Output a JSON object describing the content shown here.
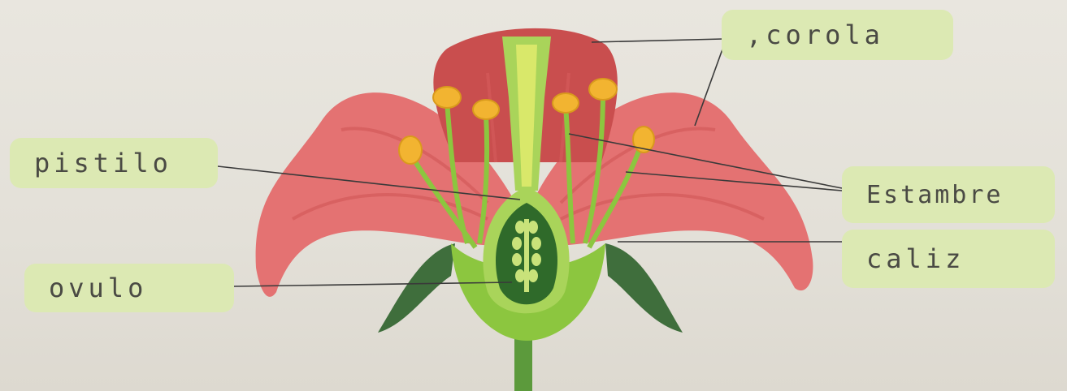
{
  "labels": {
    "corola": ",corola",
    "pistilo": "pistilo",
    "estambre": "Estambre",
    "caliz": "caliz",
    "ovulo": "ovulo"
  },
  "colors": {
    "label_fill": "#dce9b3",
    "petal": "#e06a6a",
    "sepal": "#3f6e3c",
    "pistil": "#9cd04a",
    "anther": "#f2b431"
  }
}
